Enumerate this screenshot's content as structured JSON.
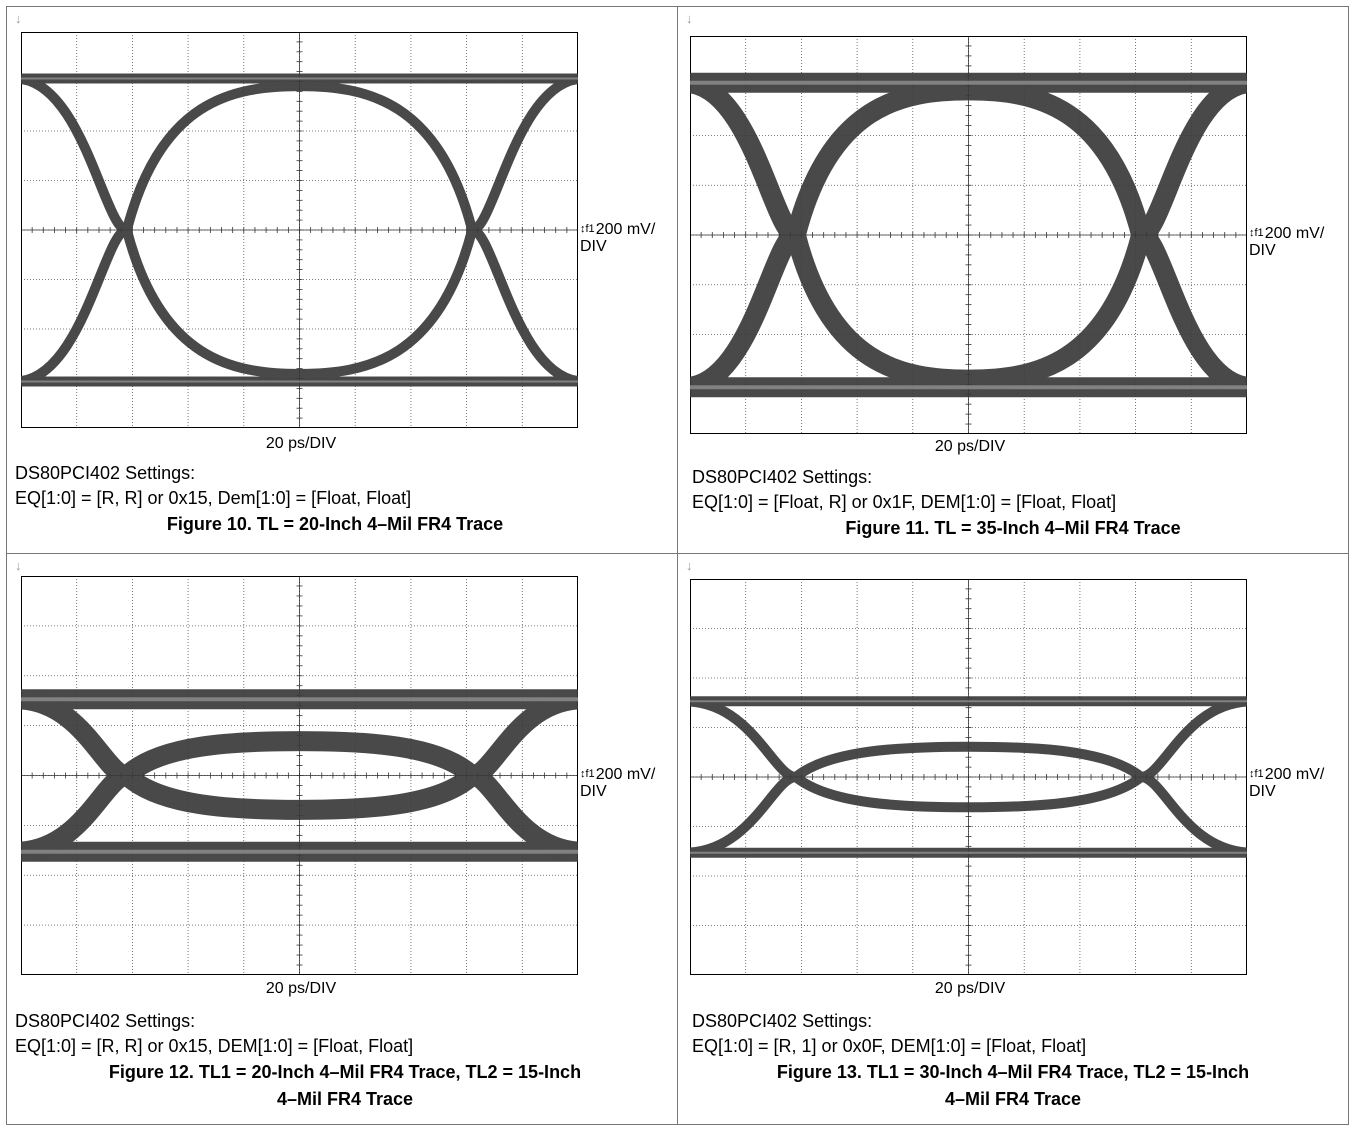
{
  "figures": [
    {
      "id": "fig10",
      "vdiv": "200 mV/\nDIV",
      "hdiv": "20 ps/DIV",
      "settings_label": "DS80PCI402 Settings:",
      "settings_line": "EQ[1:0] = [R, R] or 0x15, Dem[1:0] = [Float, Float]",
      "title": "Figure 10. TL = 20-Inch 4–Mil FR4 Trace",
      "eye": {
        "top_rail": 0.9,
        "bottom_rail": -0.9,
        "eye_height": 0.95,
        "crossing_x": [
          -0.5,
          0.5
        ],
        "trace_width": "thin"
      }
    },
    {
      "id": "fig11",
      "vdiv": "200 mV/\nDIV",
      "hdiv": "20 ps/DIV",
      "settings_label": "DS80PCI402 Settings:",
      "settings_line": "EQ[1:0] = [Float, R] or 0x1F, DEM[1:0] = [Float, Float]",
      "title": "Figure 11. TL = 35-Inch 4–Mil FR4 Trace",
      "eye": {
        "top_rail": 0.9,
        "bottom_rail": -0.9,
        "eye_height": 0.95,
        "crossing_x": [
          -0.5,
          0.5
        ],
        "trace_width": "thick"
      }
    },
    {
      "id": "fig12",
      "vdiv": "200 mV/\nDIV",
      "hdiv": "20 ps/DIV",
      "settings_label": "DS80PCI402 Settings:",
      "settings_line": "EQ[1:0] = [R, R] or 0x15, DEM[1:0] = [Float, Float]",
      "title": "Figure 12. TL1 = 20-Inch 4–Mil FR4 Trace, TL2 = 15-Inch\n4–Mil FR4 Trace",
      "eye": {
        "top_rail": 0.45,
        "bottom_rail": -0.45,
        "eye_height": 0.45,
        "crossing_x": [
          -0.5,
          0.5
        ],
        "trace_width": "thick"
      }
    },
    {
      "id": "fig13",
      "vdiv": "200 mV/\nDIV",
      "hdiv": "20 ps/DIV",
      "settings_label": "DS80PCI402 Settings:",
      "settings_line": "EQ[1:0] = [R, 1] or 0x0F, DEM[1:0] = [Float, Float]",
      "title": "Figure 13. TL1 = 30-Inch 4–Mil FR4 Trace, TL2 = 15-Inch\n4–Mil FR4 Trace",
      "eye": {
        "top_rail": 0.45,
        "bottom_rail": -0.45,
        "eye_height": 0.4,
        "crossing_x": [
          -0.5,
          0.5
        ],
        "trace_width": "thin"
      }
    }
  ]
}
